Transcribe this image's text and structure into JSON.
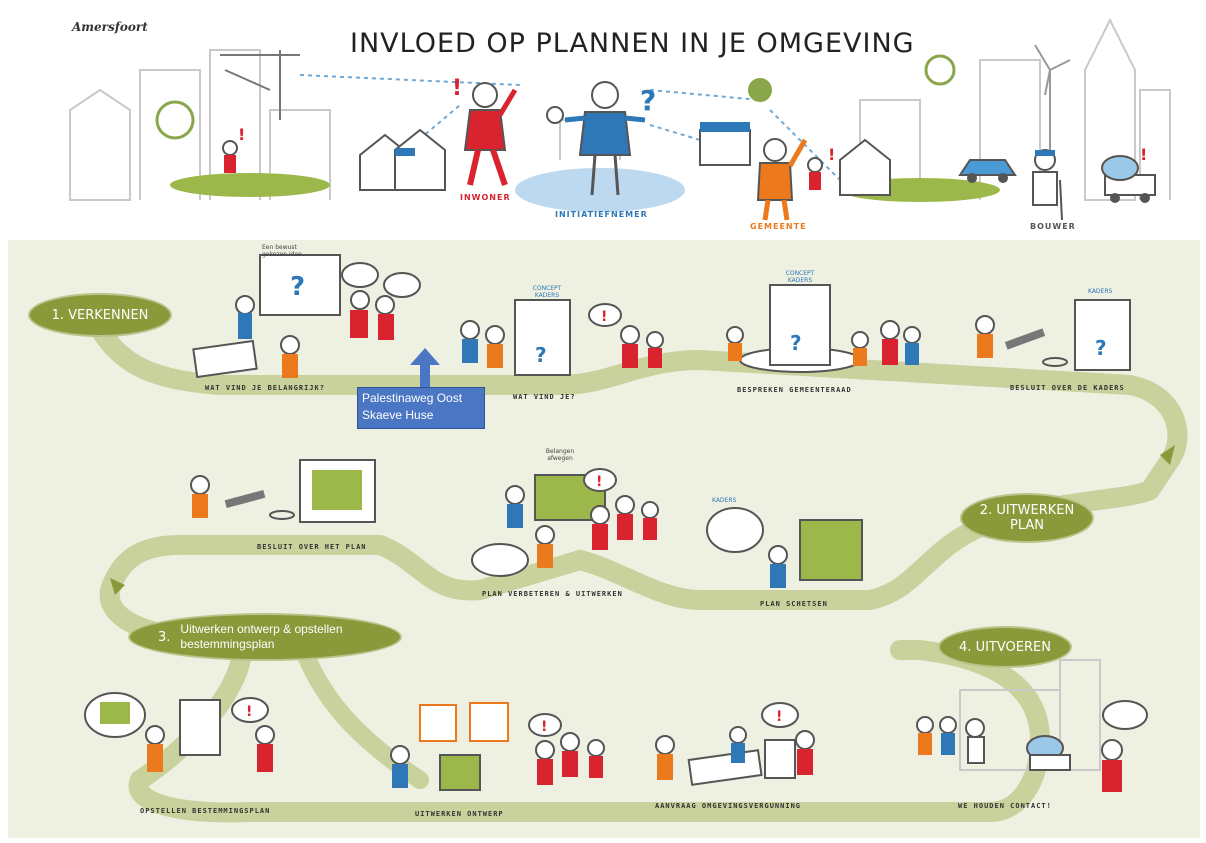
{
  "header": {
    "logo": "Amersfoort",
    "title": "INVLOED OP PLANNEN IN JE OMGEVING",
    "roles": {
      "inwoner": "INWONER",
      "initiatiefnemer": "INITIATIEFNEMER",
      "gemeente": "GEMEENTE",
      "bouwer": "BOUWER"
    }
  },
  "phases": {
    "p1": "1.  VERKENNEN",
    "p2": "2.  UITWERKEN PLAN",
    "p3_num": "3.",
    "p3_text": "Uitwerken ontwerp & opstellen bestemmingsplan",
    "p4": "4.  UITVOEREN"
  },
  "steps": {
    "s1": "WAT VIND JE BELANGRIJK?",
    "s2": "WAT VIND JE?",
    "s3": "BESPREKEN GEMEENTERAAD",
    "s4": "BESLUIT OVER DE KADERS",
    "s5": "BESLUIT OVER HET PLAN",
    "s6": "PLAN VERBETEREN & UITWERKEN",
    "s7": "PLAN SCHETSEN",
    "s8": "OPSTELLEN BESTEMMINGSPLAN",
    "s9": "UITWERKEN ONTWERP",
    "s10": "AANVRAAG OMGEVINGSVERGUNNING",
    "s11": "WE HOUDEN CONTACT!"
  },
  "notes": {
    "idea": "Een bewust gekozen idee",
    "concept1": "CONCEPT KADERS",
    "concept2": "CONCEPT KADERS",
    "kaders1": "KADERS",
    "kaders2": "KADERS",
    "belangen": "Belangen afwegen"
  },
  "callout": {
    "line1": "Palestinaweg Oost",
    "line2": "Skaeve Huse"
  },
  "colors": {
    "panel": "#eef0e2",
    "path": "#c9d19c",
    "phase": "#8a9a3a",
    "red": "#d9232e",
    "blue": "#2e78b7",
    "orange": "#ec7a1c",
    "callout": "#4a76c4"
  }
}
